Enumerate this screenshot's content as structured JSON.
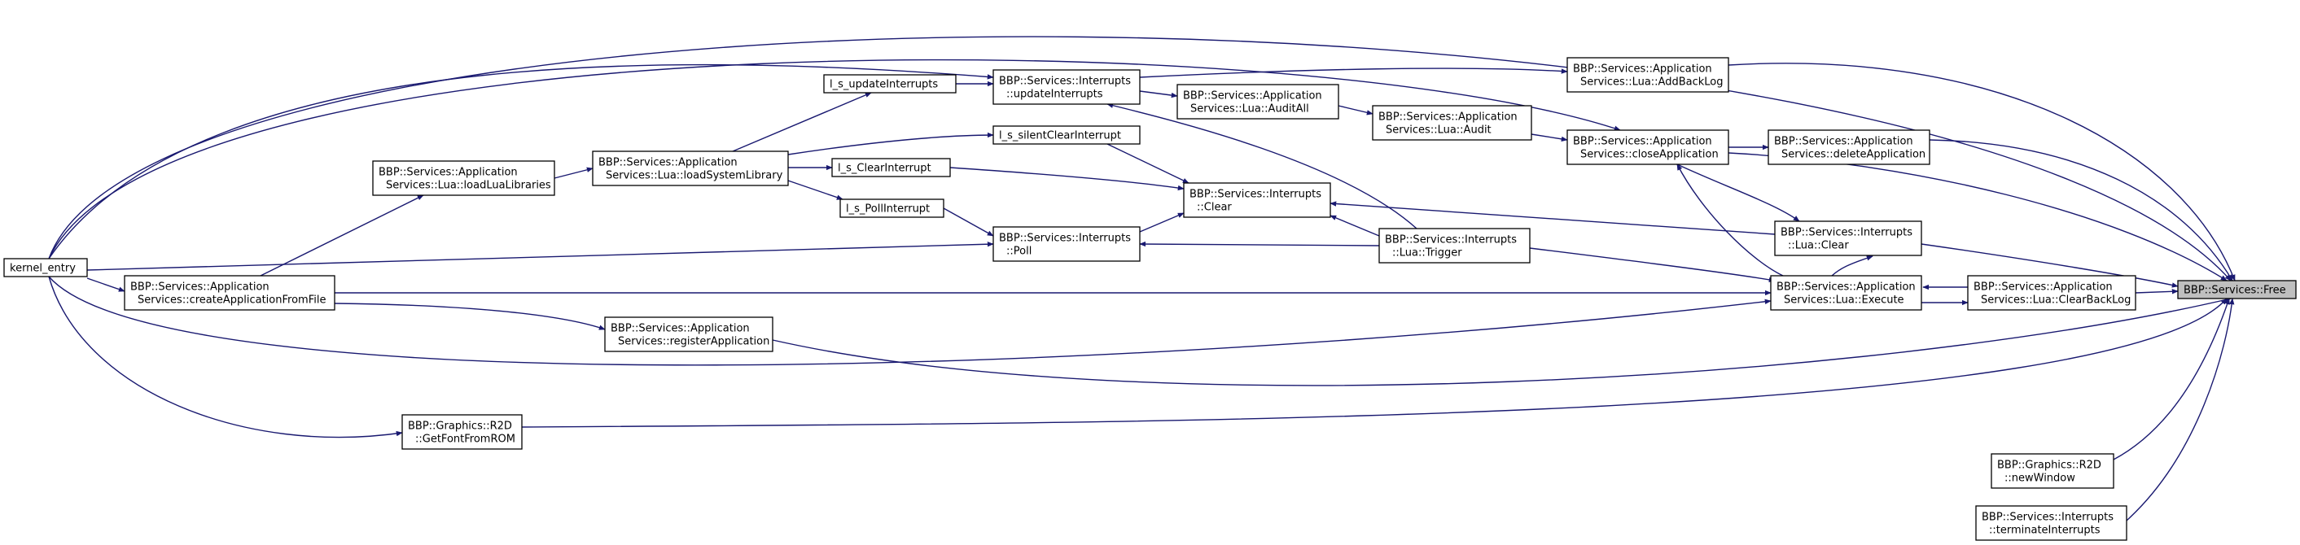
{
  "nodes": {
    "free": [
      "BBP::Services::Free"
    ],
    "kernel_entry": [
      "kernel_entry"
    ],
    "create_app": [
      "BBP::Services::Application",
      "Services::createApplicationFromFile"
    ],
    "load_lua_libs": [
      "BBP::Services::Application",
      "Services::Lua::loadLuaLibraries"
    ],
    "load_sys_lib": [
      "BBP::Services::Application",
      "Services::Lua::loadSystemLibrary"
    ],
    "l_s_update": [
      "l_s_updateInterrupts"
    ],
    "l_s_silent": [
      "l_s_silentClearInterrupt"
    ],
    "l_s_clear": [
      "l_s_ClearInterrupt"
    ],
    "l_s_poll": [
      "l_s_PollInterrupt"
    ],
    "update_int": [
      "BBP::Services::Interrupts",
      "::updateInterrupts"
    ],
    "poll": [
      "BBP::Services::Interrupts",
      "::Poll"
    ],
    "clear": [
      "BBP::Services::Interrupts",
      "::Clear"
    ],
    "audit_all": [
      "BBP::Services::Application",
      "Services::Lua::AuditAll"
    ],
    "audit": [
      "BBP::Services::Application",
      "Services::Lua::Audit"
    ],
    "trigger": [
      "BBP::Services::Interrupts",
      "::Lua::Trigger"
    ],
    "register_app": [
      "BBP::Services::Application",
      "Services::registerApplication"
    ],
    "get_font": [
      "BBP::Graphics::R2D",
      "::GetFontFromROM"
    ],
    "add_backlog": [
      "BBP::Services::Application",
      "Services::Lua::AddBackLog"
    ],
    "close_app": [
      "BBP::Services::Application",
      "Services::closeApplication"
    ],
    "lua_clear": [
      "BBP::Services::Interrupts",
      "::Lua::Clear"
    ],
    "execute": [
      "BBP::Services::Application",
      "Services::Lua::Execute"
    ],
    "delete_app": [
      "BBP::Services::Application",
      "Services::deleteApplication"
    ],
    "clear_backlog": [
      "BBP::Services::Application",
      "Services::Lua::ClearBackLog"
    ],
    "new_window": [
      "BBP::Graphics::R2D",
      "::newWindow"
    ],
    "terminate_int": [
      "BBP::Services::Interrupts",
      "::terminateInterrupts"
    ]
  },
  "colors": {
    "edge": "#191970",
    "node_border": "#000000",
    "node_fill": "#ffffff",
    "root_fill": "#bfbfbf"
  }
}
